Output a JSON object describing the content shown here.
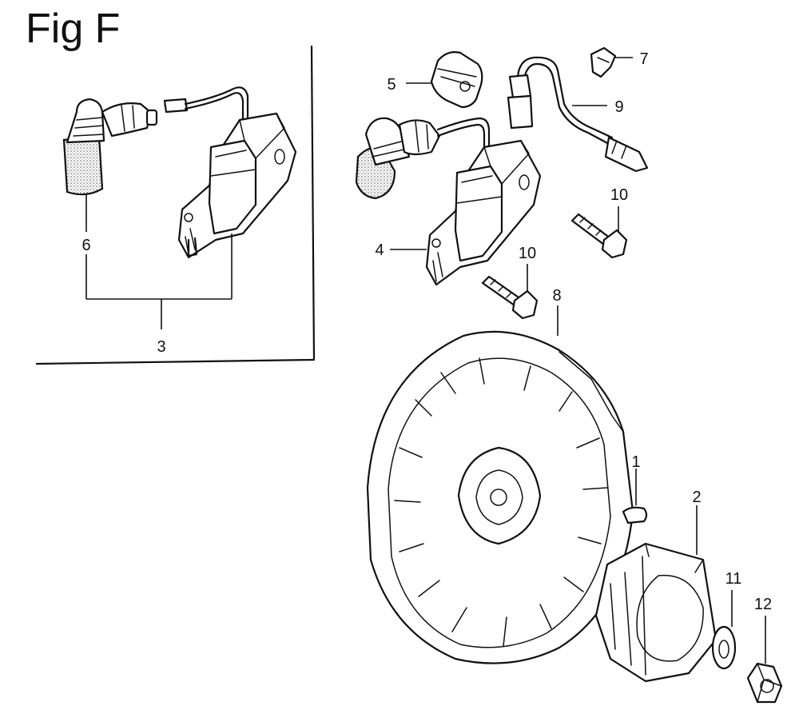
{
  "figure": {
    "title": "Fig F"
  },
  "callouts": {
    "c1": "1",
    "c2": "2",
    "c3": "3",
    "c4": "4",
    "c5": "5",
    "c6": "6",
    "c7": "7",
    "c8": "8",
    "c9": "9",
    "c10a": "10",
    "c10b": "10",
    "c11": "11",
    "c12": "12"
  }
}
